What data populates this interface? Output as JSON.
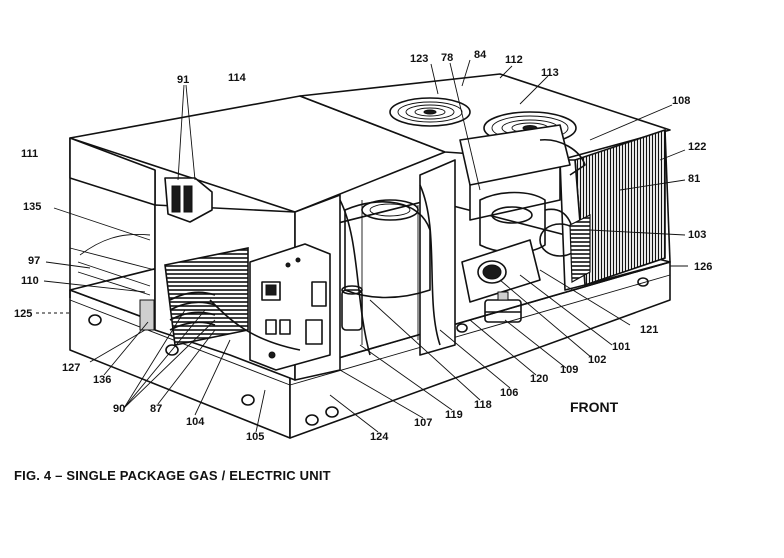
{
  "figure": {
    "caption": "FIG. 4 – SINGLE PACKAGE GAS / ELECTRIC UNIT",
    "front_label": "FRONT"
  },
  "callouts": [
    "91",
    "114",
    "123",
    "78",
    "84",
    "112",
    "113",
    "108",
    "111",
    "122",
    "81",
    "135",
    "103",
    "97",
    "110",
    "126",
    "125",
    "121",
    "101",
    "102",
    "109",
    "127",
    "120",
    "136",
    "106",
    "90",
    "87",
    "104",
    "105",
    "107",
    "119",
    "118",
    "124"
  ]
}
